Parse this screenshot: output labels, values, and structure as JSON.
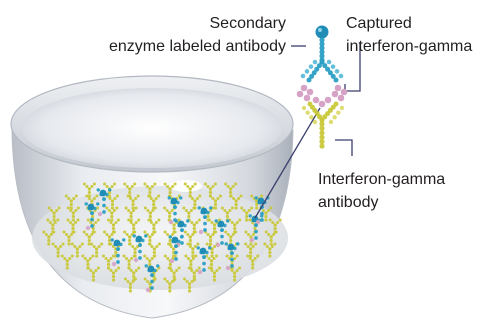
{
  "labels": {
    "secondary_line1": "Secondary",
    "secondary_line2": "enzyme labeled antibody",
    "captured_line1": "Captured",
    "captured_line2": "interferon-gamma",
    "ifn_line1": "Interferon-gamma",
    "ifn_line2": "antibody"
  },
  "colors": {
    "secondary_antibody": "#2a9fc4",
    "enzyme_label": "#1f8db5",
    "captured_protein": "#d6a3c6",
    "capture_antibody": "#c9c83a",
    "leader_line": "#3b3f6e",
    "well": "#d9dde3"
  }
}
